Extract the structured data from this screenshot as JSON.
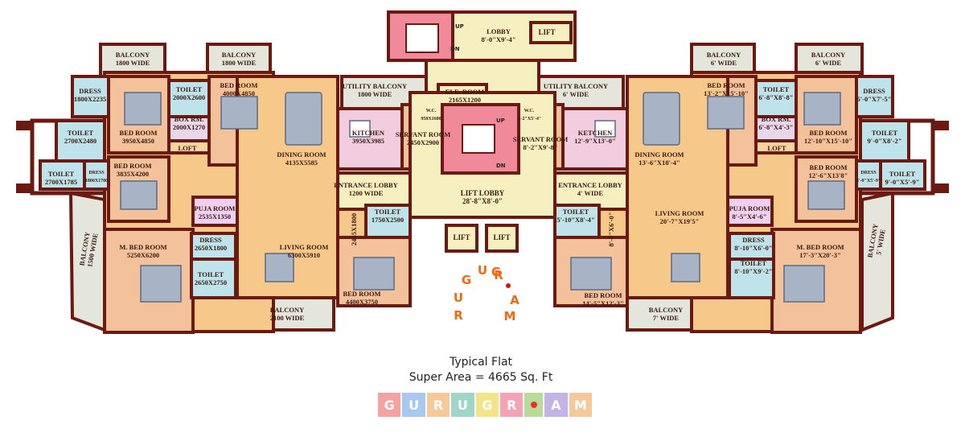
{
  "rooms": {
    "balcony_1800_left_a": {
      "name": "BALCONY",
      "dim": "1800 WIDE"
    },
    "balcony_1800_left_b": {
      "name": "BALCONY",
      "dim": "1800 WIDE"
    },
    "dress_l1": {
      "name": "DRESS",
      "dim": "1800X2235"
    },
    "toilet_l_top": {
      "name": "TOILET",
      "dim": "2000X2600"
    },
    "bedroom_l_top": {
      "name": "BED ROOM",
      "dim": "4000X4850"
    },
    "bedroom_l_main": {
      "name": "BED ROOM",
      "dim": "3950X4850"
    },
    "boxrm_l": {
      "name": "BOX RM.",
      "dim": "2000X1270"
    },
    "toilet_l_2700a": {
      "name": "TOILET",
      "dim": "2700X2480"
    },
    "toilet_l_2700b": {
      "name": "TOILET",
      "dim": "2700X1785"
    },
    "dress_l2": {
      "name": "DRESS",
      "dim": "1800X1780"
    },
    "loft_l": {
      "name": "LOFT",
      "dim": ""
    },
    "bedroom_l_3835": {
      "name": "BED ROOM",
      "dim": "3835X4200"
    },
    "dining_l": {
      "name": "DINING ROOM",
      "dim": "4135X5585"
    },
    "utility_l": {
      "name": "UTILITY BALCONY",
      "dim": "1800 WIDE"
    },
    "kitchen_l": {
      "name": "KITCHEN",
      "dim": "3950X3985"
    },
    "servant_l": {
      "name": "SERVANT ROOM",
      "dim": "2450X2900"
    },
    "wc_l": {
      "name": "W.C.",
      "dim": "950X1600"
    },
    "elec_room": {
      "name": "ELE. ROOM",
      "dim": "2165X1200"
    },
    "lobby_top": {
      "name": "LOBBY",
      "dim": "8'-0\"X9'-4\""
    },
    "lift_top": {
      "name": "LIFT",
      "dim": ""
    },
    "entrance_l": {
      "name": "ENTRANCE LOBBY",
      "dim": "1200 WIDE"
    },
    "lift_lobby": {
      "name": "LIFT LOBBY",
      "dim": "28'-8\"X8'-0\""
    },
    "lift_a": {
      "name": "LIFT",
      "dim": ""
    },
    "lift_b": {
      "name": "LIFT",
      "dim": ""
    },
    "puja_l": {
      "name": "PUJA ROOM",
      "dim": "2535X1350"
    },
    "balcony_1500": {
      "name": "BALCONY",
      "dim": "1500 WIDE"
    },
    "mbed_l": {
      "name": "M. BED ROOM",
      "dim": "5250X6200"
    },
    "dress_l3": {
      "name": "DRESS",
      "dim": "2650X1800"
    },
    "toilet_l_2650": {
      "name": "TOILET",
      "dim": "2650X2750"
    },
    "living_l": {
      "name": "LIVING ROOM",
      "dim": "6300X5910"
    },
    "toilet_l_1750": {
      "name": "TOILET",
      "dim": "1750X2500"
    },
    "passage_l": {
      "name": "",
      "dim": "2435X1800"
    },
    "bedroom_l_4400": {
      "name": "BED ROOM",
      "dim": "4400X3750"
    },
    "balcony_2100": {
      "name": "BALCONY",
      "dim": "2100 WIDE"
    },
    "balcony_6_a": {
      "name": "BALCONY",
      "dim": "6' WIDE"
    },
    "balcony_6_b": {
      "name": "BALCONY",
      "dim": "6' WIDE"
    },
    "utility_r": {
      "name": "UTILITY BALCONY",
      "dim": "6' WIDE"
    },
    "wc_r": {
      "name": "W.C.",
      "dim": "3'-2\"X5'-4\""
    },
    "servant_r": {
      "name": "SERVANT ROOM",
      "dim": "8'-2\"X9'-8\""
    },
    "kitchen_r": {
      "name": "KETCHEN",
      "dim": "12'-9\"X13'-0\""
    },
    "dining_r": {
      "name": "DINING ROOM",
      "dim": "13'-6\"X18'-4\""
    },
    "bedroom_r_top": {
      "name": "BED ROOM",
      "dim": "13'-2\"X15'-10\""
    },
    "toilet_r_top": {
      "name": "TOILET",
      "dim": "6'-8\"X8'-8\""
    },
    "boxrm_r": {
      "name": "BOX RM.",
      "dim": "6'-8\"X4'-3\""
    },
    "loft_r": {
      "name": "LOFT",
      "dim": ""
    },
    "bedroom_r_main": {
      "name": "BED ROOM",
      "dim": "12'-10\"X15'-10\""
    },
    "dress_r1": {
      "name": "DRESS",
      "dim": "6'-0\"X7'-5\""
    },
    "toilet_r_9a": {
      "name": "TOILET",
      "dim": "9'-0\"X8'-2\""
    },
    "toilet_r_9b": {
      "name": "TOILET",
      "dim": "9'-0\"X5'-9\""
    },
    "dress_r2": {
      "name": "DRESS",
      "dim": "6'-0\"X5'-9\""
    },
    "bedroom_r_12": {
      "name": "BED ROOM",
      "dim": "12'-6\"X13'8\""
    },
    "entrance_r": {
      "name": "ENTRANCE LOBBY",
      "dim": "4' WIDE"
    },
    "toilet_r_5": {
      "name": "TOILET",
      "dim": "5'-10\"X8'-4\""
    },
    "passage_r": {
      "name": "",
      "dim": "8'-0\"X6'-0\""
    },
    "living_r": {
      "name": "LIVING ROOM",
      "dim": "20'-7\"X19'5\""
    },
    "puja_r": {
      "name": "PUJA ROOM",
      "dim": "8'-5\"X4'-6\""
    },
    "dress_r3": {
      "name": "DRESS",
      "dim": "8'-10\"X6'-0\""
    },
    "toilet_r_8": {
      "name": "TOILET",
      "dim": "8'-10\"X9'-2\""
    },
    "mbed_r": {
      "name": "M. BED ROOM",
      "dim": "17'-3\"X20'-3\""
    },
    "balcony_5": {
      "name": "BALCONY",
      "dim": "5' WIDE"
    },
    "bedroom_r_14": {
      "name": "BED ROOM",
      "dim": "14'-5\"X12'-3\""
    },
    "balcony_7": {
      "name": "BALCONY",
      "dim": "7' WIDE"
    }
  },
  "stairs": {
    "up": "UP",
    "dn": "DN"
  },
  "caption": {
    "line1": "Typical Flat",
    "line2": "Super Area = 4665 Sq. Ft"
  },
  "watermark": {
    "letters": [
      "R",
      "U",
      "G",
      "U",
      "G",
      "R",
      "A",
      "M"
    ]
  },
  "logo": {
    "letters": [
      "G",
      "U",
      "R",
      "U",
      "G",
      "R",
      "",
      "A",
      "M"
    ],
    "colors": [
      "#f4a3a3",
      "#a8c8ef",
      "#f6c99b",
      "#9fd6c8",
      "#f3e48c",
      "#f4a3b6",
      "#b9db9a",
      "#c5b3e6",
      "#f6c99b"
    ]
  },
  "colors": {
    "wall": "#6b1a12",
    "living": "#f6c98a",
    "bedroom": "#f3c19a",
    "toilet": "#bfe3ea",
    "kitchen": "#f2cde0",
    "balcony": "#e4e6dc",
    "lobby": "#f6efc0",
    "stair": "#f08a9a",
    "accent": "#ef6a0f"
  }
}
